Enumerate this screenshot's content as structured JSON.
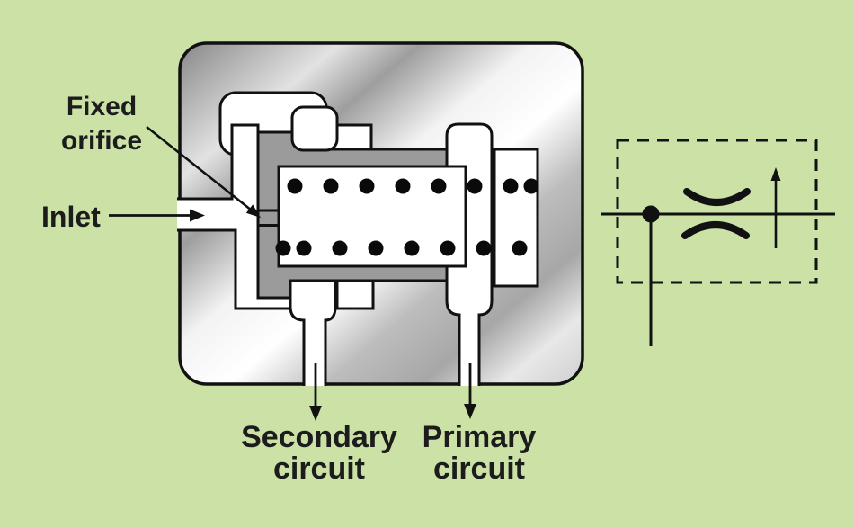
{
  "diagram": {
    "title_labels": {
      "fixed_orifice_line1": "Fixed",
      "fixed_orifice_line2": "orifice",
      "inlet": "Inlet",
      "secondary_line1": "Secondary",
      "secondary_line2": "circuit",
      "primary_line1": "Primary",
      "primary_line2": "circuit"
    },
    "colors": {
      "background_green": "#cbe1a6",
      "metal_dark": "#888888",
      "metal_light": "#ffffff",
      "sleeve_gray": "#9b9b9b",
      "cavity_white": "#ffffff",
      "outline_black": "#111111"
    },
    "symbol": {
      "type": "fixed-orifice-flow-divider",
      "enclosure": "dashed-box",
      "elements": [
        "inlet-junction-dot",
        "orifice-restriction-arcs",
        "flow-arrow-up",
        "branch-line-down"
      ]
    }
  }
}
